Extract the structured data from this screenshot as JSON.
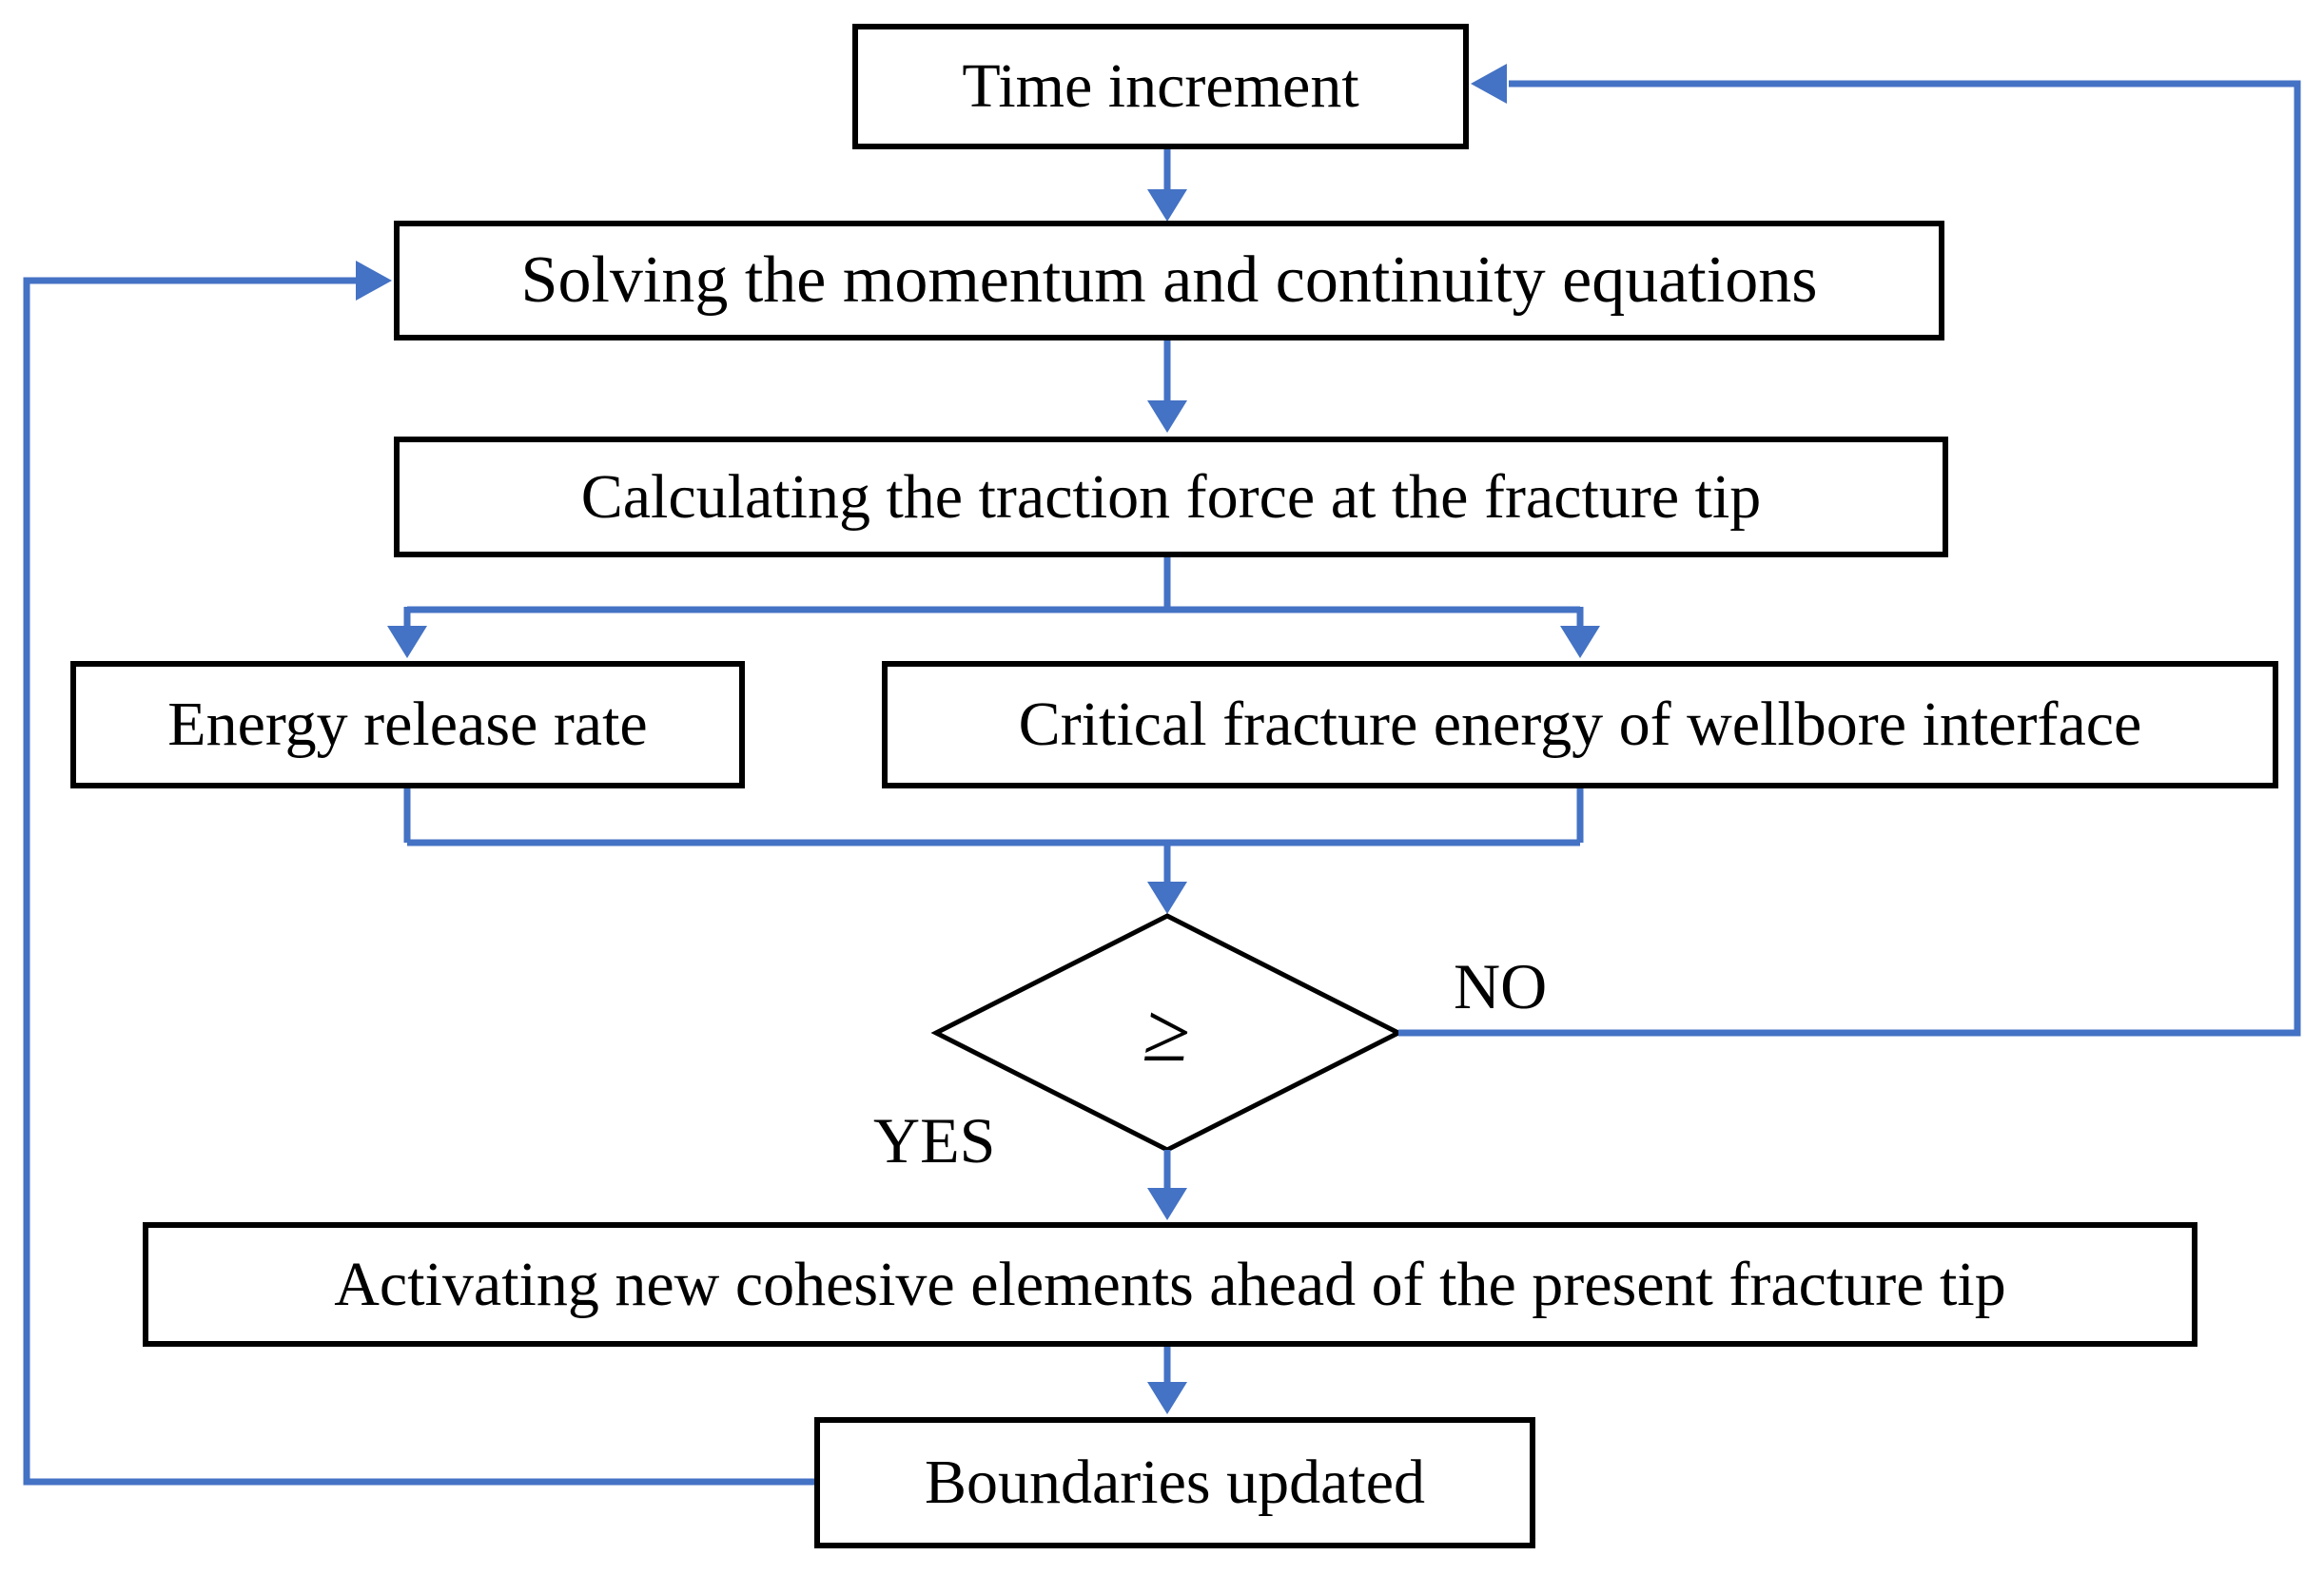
{
  "nodes": {
    "time_increment": {
      "label": "Time increment"
    },
    "solving": {
      "label": "Solving the momentum and continuity equations"
    },
    "traction": {
      "label": "Calculating the traction force at the fracture tip"
    },
    "energy_release": {
      "label": "Energy release rate"
    },
    "critical_energy": {
      "label": "Critical fracture energy of wellbore interface"
    },
    "decision": {
      "label": "≥"
    },
    "activating": {
      "label": "Activating new cohesive elements ahead of the present fracture tip"
    },
    "boundaries": {
      "label": "Boundaries updated"
    }
  },
  "edge_labels": {
    "yes": "YES",
    "no": "NO"
  },
  "colors": {
    "connector": "#4472c4",
    "box_border": "#000000",
    "box_fill": "#ffffff",
    "text": "#000000",
    "background": "#ffffff"
  }
}
